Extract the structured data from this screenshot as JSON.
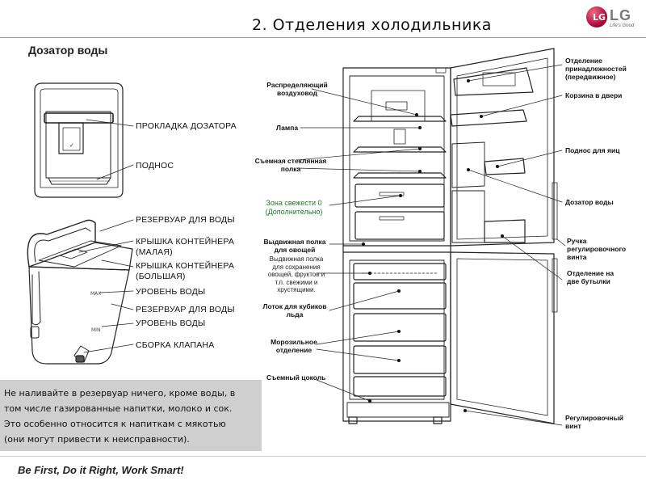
{
  "header": {
    "title": "2. Отделения холодильника",
    "logo_text": "LG",
    "logo_tagline": "Life's Good"
  },
  "dispenser": {
    "heading": "Дозатор воды",
    "labels": {
      "gasket": "ПРОКЛАДКА ДОЗАТОРА",
      "tray": "ПОДНОС",
      "reservoir": "РЕЗЕРВУАР ДЛЯ ВОДЫ",
      "lid_small_1": "КРЫШКА КОНТЕЙНЕРА",
      "lid_small_2": "(МАЛАЯ)",
      "lid_large_1": "КРЫШКА КОНТЕЙНЕРА",
      "lid_large_2": "(БОЛЬШАЯ)",
      "level_1": "УРОВЕНЬ ВОДЫ",
      "reservoir_2": "РЕЗЕРВУАР ДЛЯ ВОДЫ",
      "level_2": "УРОВЕНЬ ВОДЫ",
      "valve": "СБОРКА КЛАПАНА"
    },
    "tank_marks": {
      "max": "MAX",
      "min": "MIN"
    }
  },
  "fridge": {
    "left_labels": {
      "air_duct_1": "Распределяющий",
      "air_duct_2": "воздуховод",
      "lamp": "Лампа",
      "glass_shelf_1": "Съемная стеклянная",
      "glass_shelf_2": "полка",
      "fresh_zone_1": "Зона свежести 0",
      "fresh_zone_2": "(Дополнительно)",
      "veg_drawer_1": "Выдвижная полка",
      "veg_drawer_2": "для овощей",
      "veg_desc_1": "Выдвижная полка",
      "veg_desc_2": "для сохранения",
      "veg_desc_3": "овощей, фруктов и",
      "veg_desc_4": "т.п. свежими и",
      "veg_desc_5": "хрустящими.",
      "ice_tray_1": "Лоток для кубиков",
      "ice_tray_2": "льда",
      "freezer_1": "Морозильное",
      "freezer_2": "отделение",
      "plinth": "Съемный цоколь"
    },
    "right_labels": {
      "accessories_1": "Отделение",
      "accessories_2": "принадлежностей",
      "accessories_3": "(передвижное)",
      "door_basket": "Корзина в двери",
      "egg_tray": "Поднос для яиц",
      "water_dispenser": "Дозатор воды",
      "handle_1": "Ручка",
      "handle_2": "регулировочного",
      "handle_3": "винта",
      "bottles_1": "Отделение на",
      "bottles_2": "две бутылки",
      "screw_1": "Регулировочный",
      "screw_2": "винт"
    }
  },
  "warning": {
    "line_1": "Не наливайте в резервуар ничего, кроме воды, в",
    "line_2": "том числе газированные напитки, молоко и сок.",
    "line_3": "Это особенно относится к напиткам с мякотью",
    "line_4": "(они могут привести к неисправности)."
  },
  "footer": {
    "slogan": "Be First, Do it Right, Work Smart!"
  },
  "colors": {
    "brand": "#a50034",
    "warning_bg": "#cfcfcf",
    "highlight_label": "#1b7a2b"
  }
}
